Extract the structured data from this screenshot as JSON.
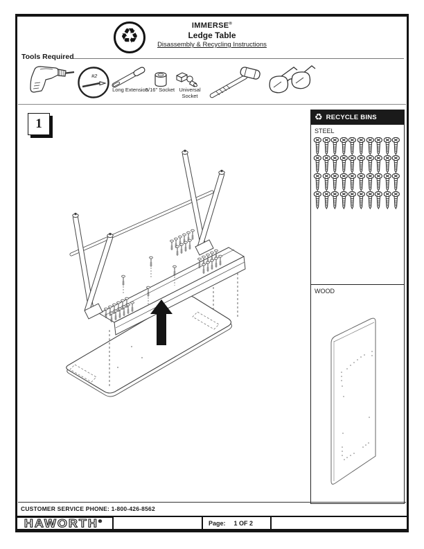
{
  "header": {
    "brand": "IMMERSE",
    "brand_mark": "®",
    "product": "Ledge Table",
    "subtitle": "Disassembly & Recycling Instructions"
  },
  "tools": {
    "label": "Tools Required",
    "drill_bit_callout": "#2",
    "items": [
      {
        "id": "power-drill",
        "label": ""
      },
      {
        "id": "long-extension",
        "label": "Long Extension"
      },
      {
        "id": "socket-5-16",
        "label": "5/16\" Socket"
      },
      {
        "id": "universal-socket",
        "label": "Universal Socket"
      },
      {
        "id": "hammer",
        "label": ""
      },
      {
        "id": "safety-glasses",
        "label": ""
      }
    ]
  },
  "step": {
    "number": "1"
  },
  "recycle_panel": {
    "title": "RECYCLE BINS",
    "sections": [
      {
        "label": "STEEL",
        "contents": "screws",
        "screw_rows": 4,
        "screws_per_row": 10
      },
      {
        "label": "WOOD",
        "contents": "tabletop-panel"
      }
    ]
  },
  "footer": {
    "customer_service": "CUSTOMER SERVICE PHONE: 1-800-426-8562",
    "brand": "HAWORTH",
    "brand_mark": "®",
    "page_label": "Page:",
    "page_value": "1 OF 2"
  },
  "colors": {
    "ink": "#1a1a1a",
    "panel_header_bg": "#1a1a1a",
    "panel_header_text": "#ffffff"
  }
}
